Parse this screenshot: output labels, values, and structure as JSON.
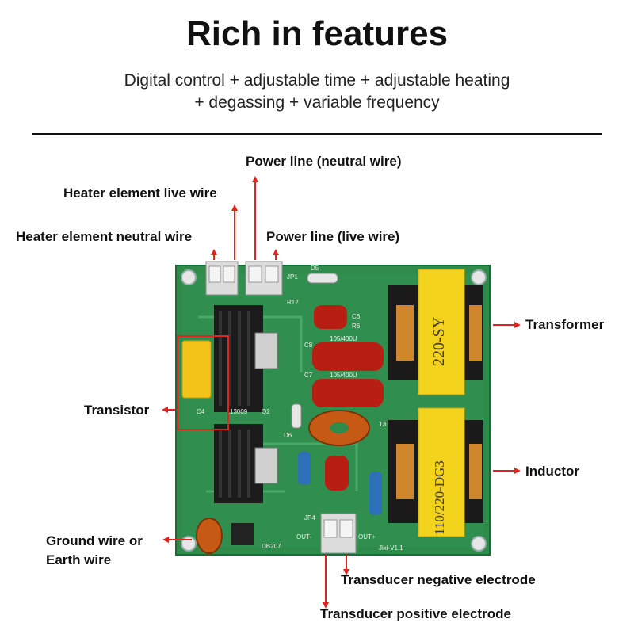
{
  "title": "Rich in features",
  "subtitle": {
    "line1": "Digital control + adjustable time + adjustable heating",
    "line2": "+ degassing + variable frequency"
  },
  "labels": {
    "power_neutral": "Power line (neutral wire)",
    "heater_live": "Heater element live wire",
    "heater_neutral": "Heater element neutral wire",
    "power_live": "Power line (live wire)",
    "transformer": "Transformer",
    "transistor": "Transistor",
    "inductor": "Inductor",
    "ground_line1": "Ground wire or",
    "ground_line2": "Earth wire",
    "transducer_negative": "Transducer negative electrode",
    "transducer_positive": "Transducer positive electrode"
  },
  "board_markings": {
    "jp1": "JP1",
    "d5": "D5",
    "r12": "R12",
    "c6": "C6",
    "r6": "R6",
    "c8": "C8",
    "c8_value": "105/400U",
    "c7": "C7",
    "c7_value": "105/400U",
    "c4": "C4",
    "q1_part": "13009",
    "q2": "Q2",
    "t3": "T3",
    "d6": "D6",
    "jp4": "JP4",
    "out_minus": "OUT-",
    "out_plus": "OUT+",
    "board_id": "Jixi-V1.1",
    "bridge": "DB207",
    "transformer_marking": "220-SY",
    "inductor_marking": "110/220-DG3"
  },
  "colors": {
    "accent": "#e0261c",
    "pcb": "#2e8b4a",
    "pcb_dark": "#1f6b37",
    "capacitor_red": "#b81e12",
    "bobbin_yellow": "#f2d21a"
  }
}
